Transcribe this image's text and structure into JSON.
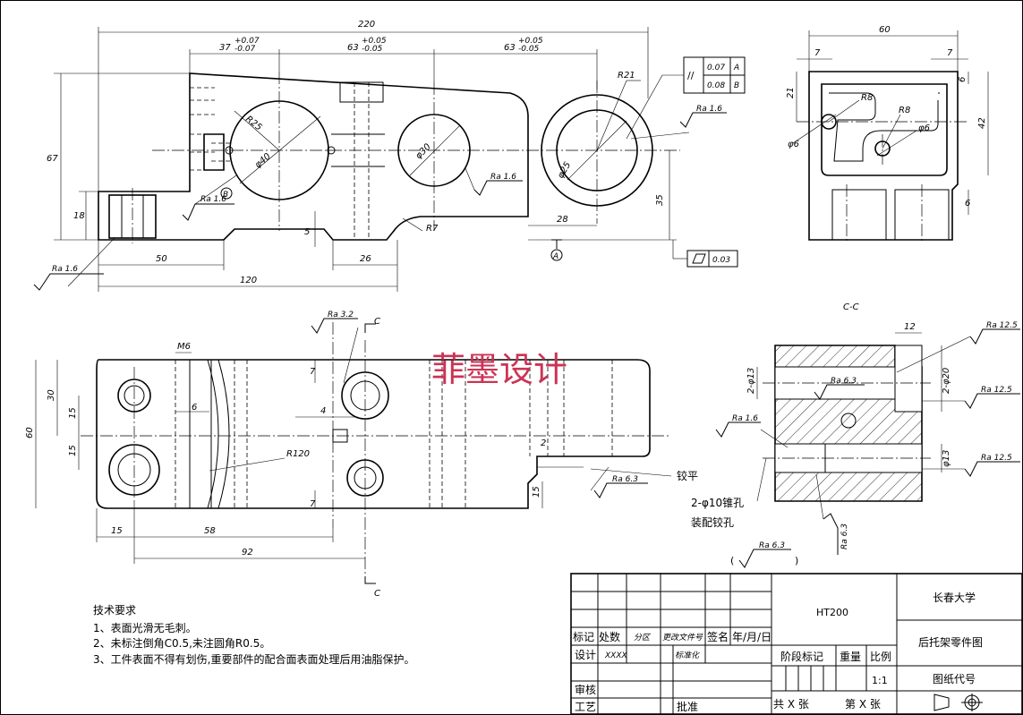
{
  "watermark": "菲墨设计",
  "dims": {
    "d220": "220",
    "d37": "37",
    "d63a": "63",
    "d63b": "63",
    "d60": "60",
    "d7a": "7",
    "d7b": "7",
    "d67": "67",
    "d18": "18",
    "d50": "50",
    "d120": "120",
    "d26": "26",
    "d5": "5",
    "d28": "28",
    "d35": "35",
    "r21": "R21",
    "r25": "R25",
    "r7": "R7",
    "r8a": "R8",
    "r8b": "R8",
    "phi6a": "φ6",
    "phi6b": "φ6",
    "d21": "21",
    "d42": "42",
    "d6a": "6",
    "d6b": "6",
    "phi40": "φ40",
    "phi30": "φ30",
    "phi25": "φ25",
    "m6": "M6",
    "d30": "30",
    "d15a": "15",
    "d15b": "15",
    "d15c": "15",
    "d60b": "60",
    "d6c": "6",
    "d4": "4",
    "d2": "2",
    "d7c": "7",
    "d7d": "7",
    "r120": "R120",
    "d15d": "15",
    "d58": "58",
    "d92": "92",
    "d12": "12",
    "phi13a": "2-φ13",
    "phi20": "2-φ20",
    "phi13b": "φ13",
    "tol_p": "+0.07",
    "tol_m": "-0.07",
    "tol_p5": "+0.05",
    "tol_m5": "-0.05"
  },
  "roughness": {
    "ra16a": "Ra 1.6",
    "ra16b": "Ra 1.6",
    "ra16c": "Ra 1.6",
    "ra16d": "Ra 1.6",
    "ra16e": "Ra 1.6",
    "ra32": "Ra 3.2",
    "ra63a": "Ra 6.3",
    "ra63b": "Ra 6.3",
    "ra63c": "Ra 6.3",
    "ra63d": "Ra 6.3",
    "ra125a": "Ra 12.5",
    "ra125b": "Ra 12.5",
    "ra125c": "Ra 12.5"
  },
  "tolerance": {
    "par_sym": "//",
    "par_a_val": "0.07",
    "par_a_ref": "A",
    "par_b_val": "0.08",
    "par_b_ref": "B",
    "flat_val": "0.03",
    "datum_a": "A",
    "datum_b": "B"
  },
  "labels": {
    "section_c": "C",
    "section_c2": "C",
    "section_title": "C-C",
    "ream_flat": "铰平",
    "taper_holes": "2-φ10锥孔",
    "assembly_holes": "装配铰孔"
  },
  "tech_req": {
    "title": "技术要求",
    "line1": "1、表面光滑无毛刺。",
    "line2": "2、未标注倒角C0.5,未注圆角R0.5。",
    "line3": "3、工件表面不得有划伤,重要部件的配合面表面处理后用油脂保护。"
  },
  "title_block": {
    "material": "HT200",
    "university": "长春大学",
    "drawing_name": "后托架零件图",
    "drawing_code": "图纸代号",
    "mark": "标记",
    "count": "处数",
    "zone": "分区",
    "change_doc": "更改文件号",
    "signature": "签名",
    "date": "年/月/日",
    "design": "设计",
    "designer": "XXXX",
    "standard": "标准化",
    "stage_mark": "阶段标记",
    "weight": "重量",
    "scale": "比例",
    "scale_value": "1:1",
    "review": "审核",
    "process": "工艺",
    "approve": "批准",
    "total": "共 X 张",
    "sheet": "第 X 张"
  }
}
